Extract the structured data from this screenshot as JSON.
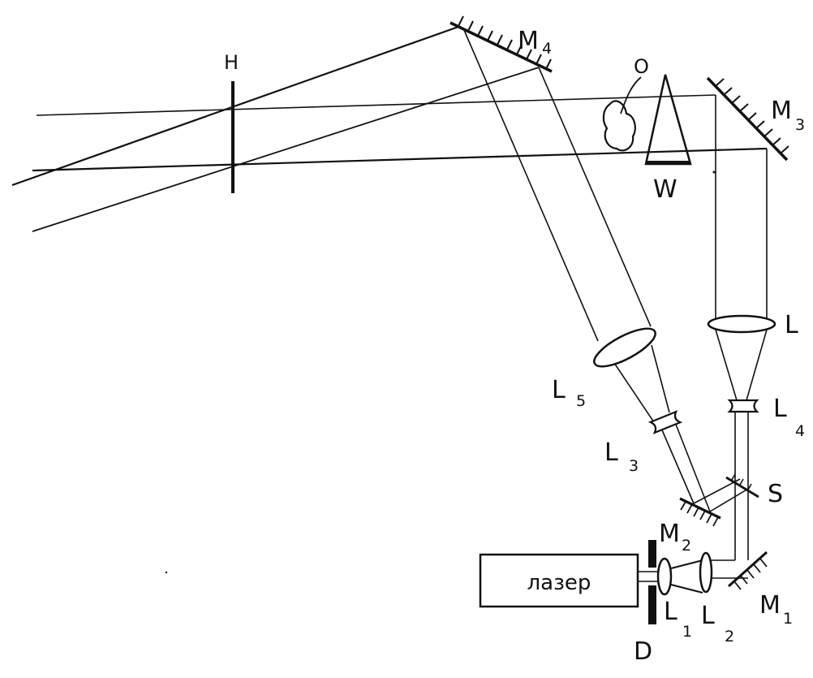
{
  "diagram": {
    "labels": {
      "hologram": "H",
      "mirror4": "M",
      "mirror4_sub": "4",
      "object": "O",
      "wedge": "W",
      "mirror3": "M",
      "mirror3_sub": "3",
      "lens": "L",
      "lens4": "L",
      "lens4_sub": "4",
      "lens5": "L",
      "lens5_sub": "5",
      "lens3": "L",
      "lens3_sub": "3",
      "splitter": "S",
      "mirror2": "M",
      "mirror2_sub": "2",
      "laser": "лазер",
      "lens1": "L",
      "lens1_sub": "1",
      "lens2": "L",
      "lens2_sub": "2",
      "mirror1": "M",
      "mirror1_sub": "1",
      "diaphragm": "D"
    },
    "colors": {
      "ink": "#111111",
      "paper": "#ffffff"
    }
  }
}
